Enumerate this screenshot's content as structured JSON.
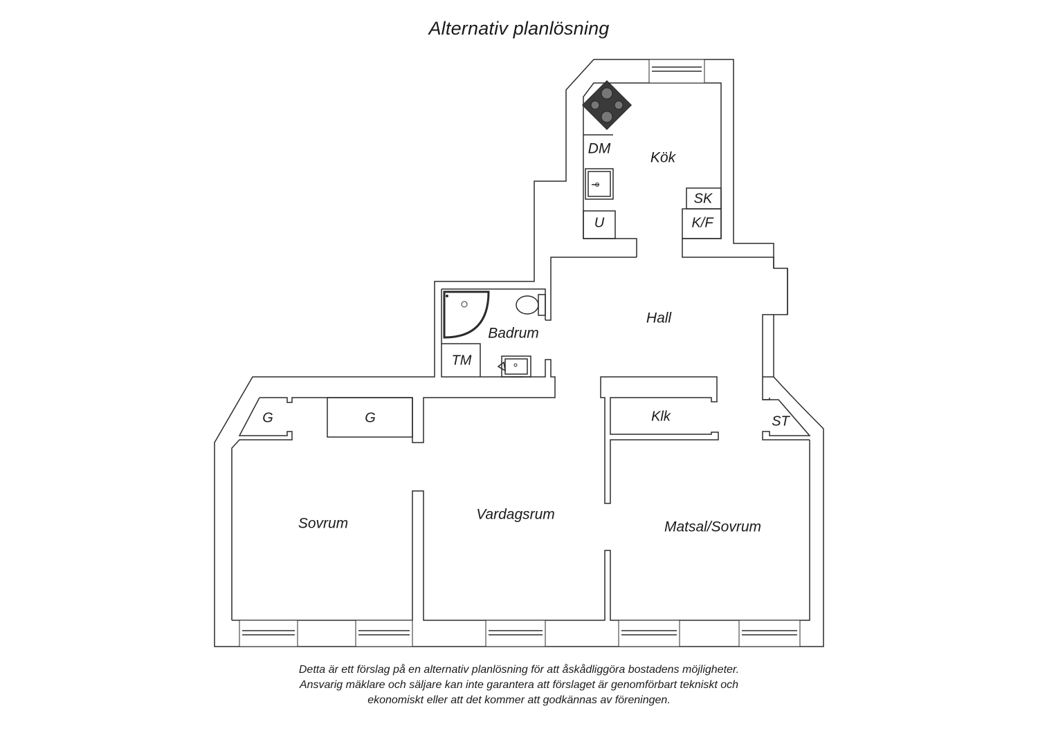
{
  "title": "Alternativ planlösning",
  "rooms": {
    "kok": "Kök",
    "dm": "DM",
    "u": "U",
    "sk": "SK",
    "kf": "K/F",
    "hall": "Hall",
    "badrum": "Badrum",
    "tm": "TM",
    "g1": "G",
    "g2": "G",
    "klk": "Klk",
    "st": "ST",
    "sovrum": "Sovrum",
    "vardagsrum": "Vardagsrum",
    "matsal": "Matsal/Sovrum"
  },
  "disclaimer": {
    "line1": "Detta är ett förslag på en alternativ planlösning för att åskådliggöra bostadens möjligheter.",
    "line2": "Ansvarig mäklare och säljare kan inte garantera att förslaget är genomförbart tekniskt och",
    "line3": "ekonomiskt eller att det kommer att godkännas av föreningen."
  },
  "colors": {
    "line": "#2b2b2b",
    "stove": "#3a3a3a",
    "background": "#ffffff"
  }
}
